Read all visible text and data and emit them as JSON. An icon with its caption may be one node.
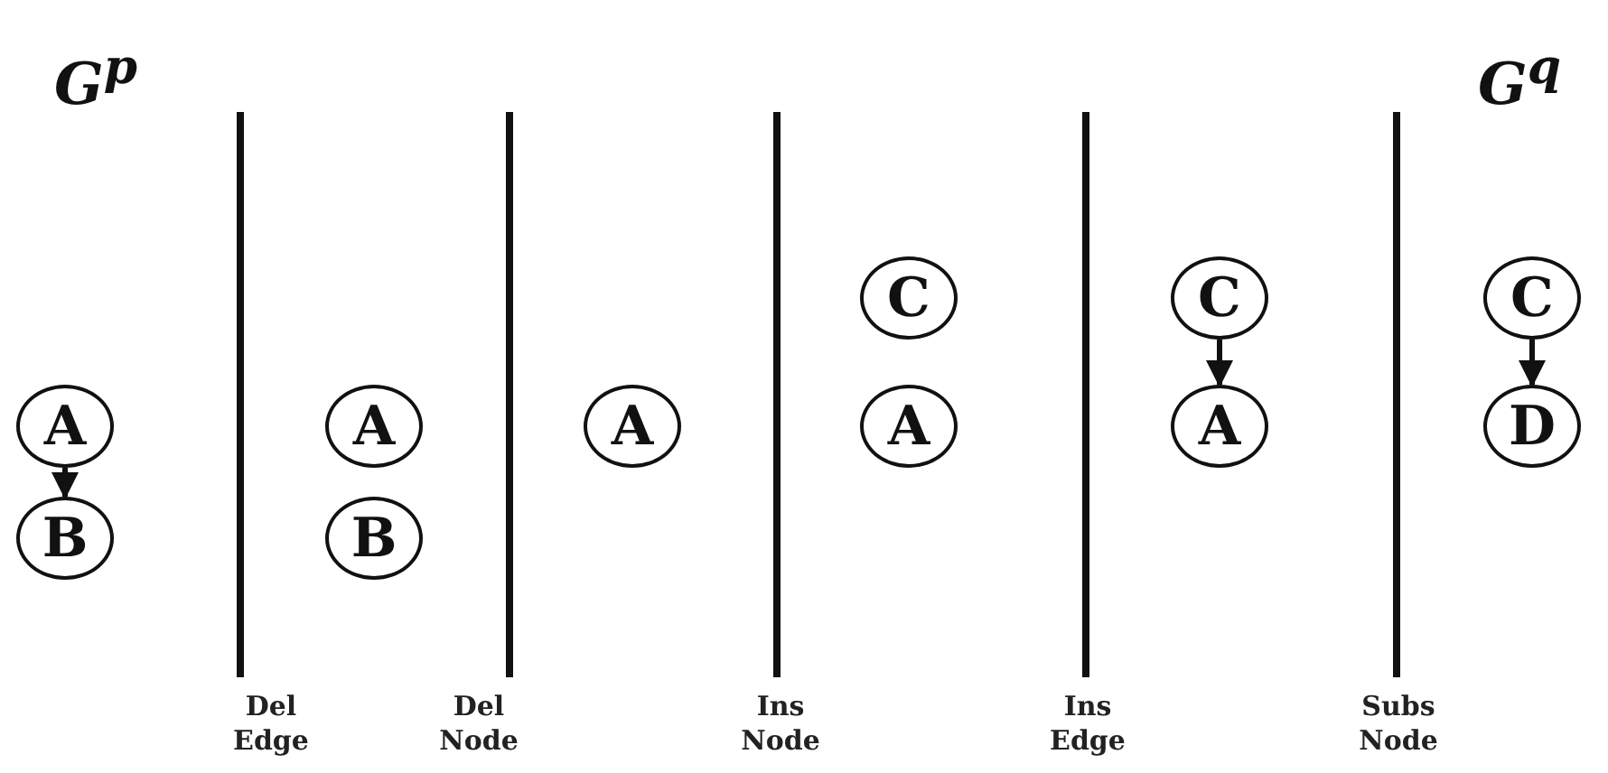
{
  "diagram": {
    "nodes": [
      {
        "text": [
          "A"
        ]
      },
      {
        "text": [
          "B"
        ]
      },
      {
        "text": [
          "A"
        ]
      },
      {
        "text": [
          "B"
        ]
      },
      {
        "text": [
          "A"
        ]
      },
      {
        "text": [
          "C"
        ]
      },
      {
        "text": [
          "A"
        ]
      },
      {
        "text": [
          "C"
        ]
      },
      {
        "text": [
          "A"
        ]
      },
      {
        "text": [
          "C"
        ]
      },
      {
        "text": [
          "D"
        ]
      }
    ],
    "edges": [
      {
        "from": 0,
        "to": 1,
        "arrow": "to"
      },
      {
        "from": 7,
        "to": 8,
        "arrow": "to"
      },
      {
        "from": 9,
        "to": 10,
        "arrow": "to"
      }
    ],
    "labels": [
      "G$^{p}$",
      "G$^{q}$",
      "Del Edge",
      "Del Node",
      "Ins Node",
      "Ins Edge",
      "Subs Node"
    ]
  }
}
